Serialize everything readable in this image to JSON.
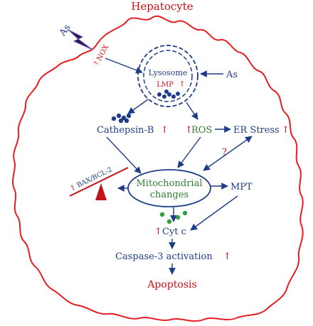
{
  "colors": {
    "outline": "#e31e24",
    "arrow": "#1f3c88",
    "text_dark": "#1f3c88",
    "text_red": "#c4121a",
    "text_green": "#2e7d32",
    "mito_fill": "#ffffff",
    "granule_blue": "#1f3c88",
    "granule_green": "#2e9e3a"
  },
  "labels": {
    "hepatocyte": "Hepatocyte",
    "as_top": "As",
    "nox": "NOX",
    "lysosome": "Lysosome",
    "lmp": "LMP",
    "as_right": "As",
    "cathepsin": "Cathepsin-B",
    "ros": "ROS",
    "er_stress": "ER Stress",
    "question": "?",
    "bax": "BAX/BCL-2",
    "mito_line1": "Mitochondrial",
    "mito_line2": "changes",
    "mpt": "MPT",
    "cytc": "Cyt c",
    "caspase": "Caspase-3 activation",
    "apoptosis": "Apoptosis"
  },
  "icons": {
    "up_arrow": "↑",
    "lightning": "lightning-bolt-icon"
  }
}
